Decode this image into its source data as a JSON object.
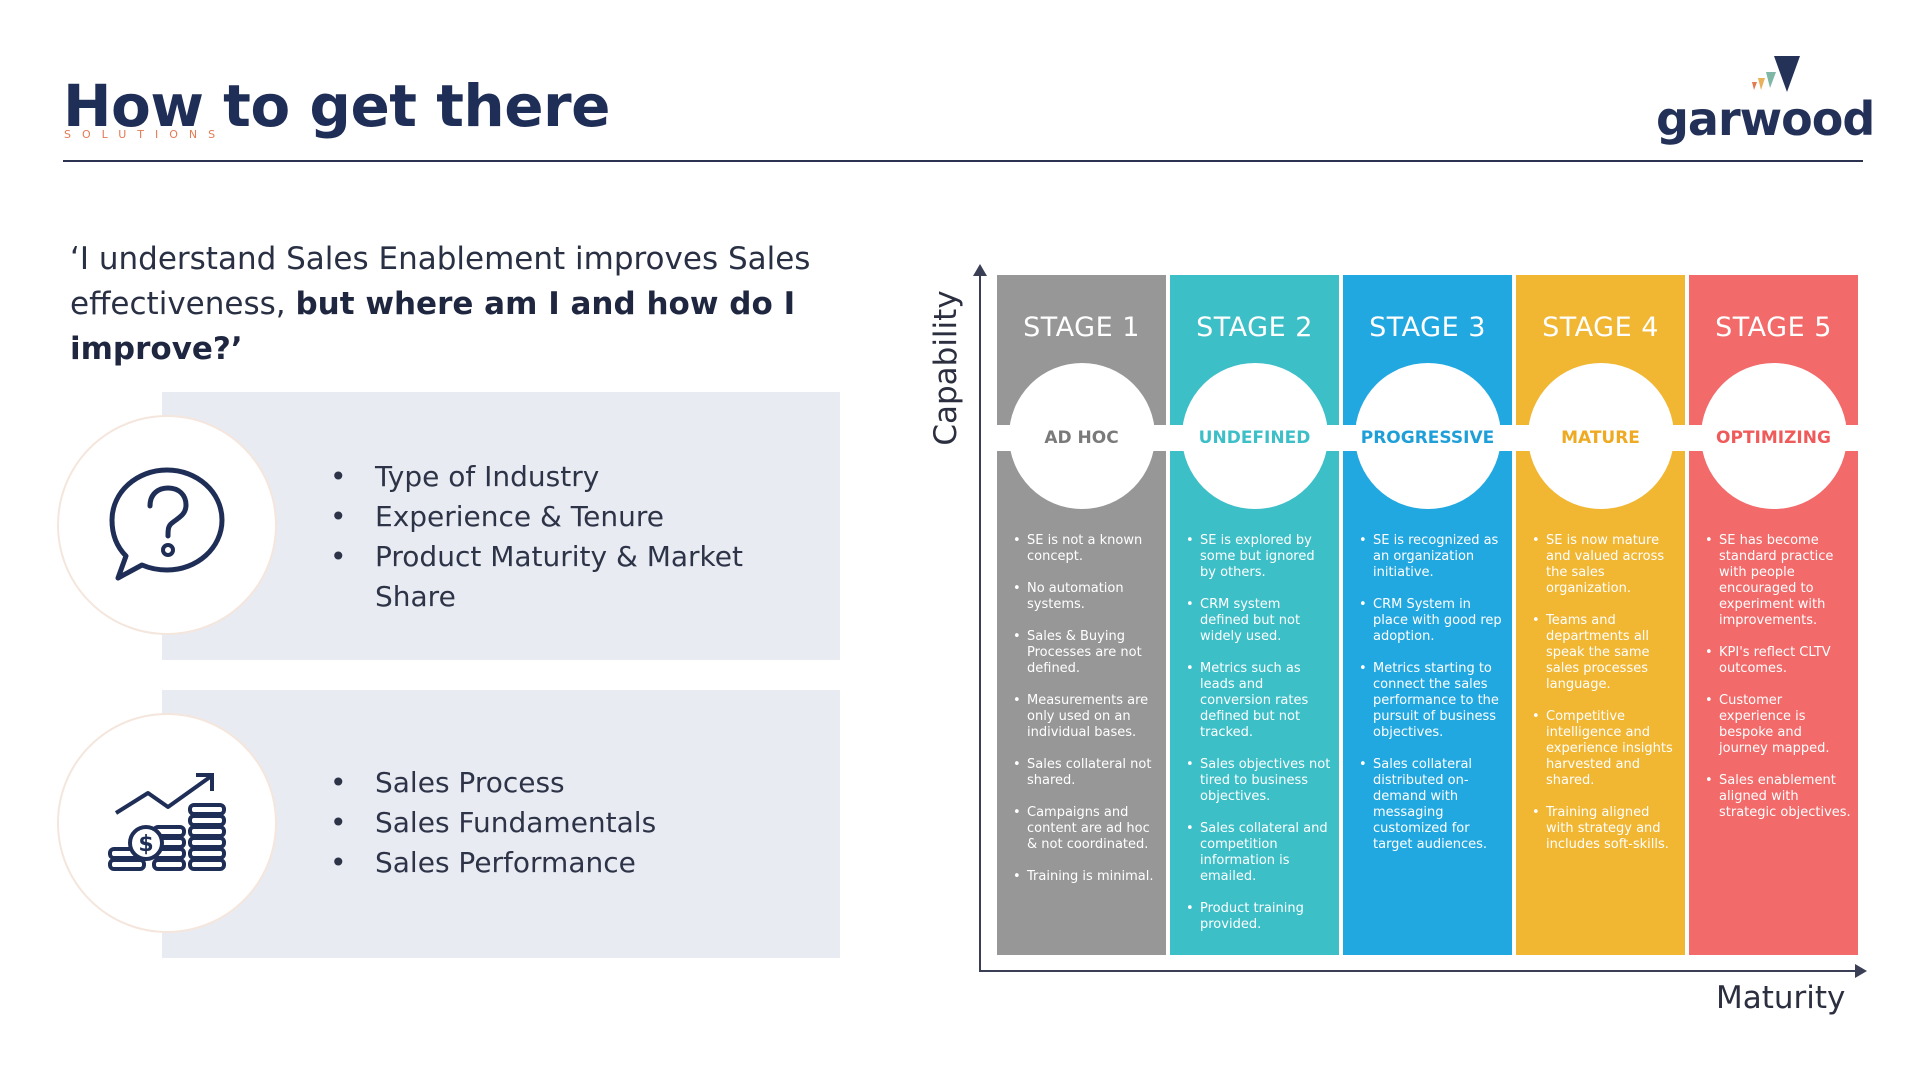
{
  "header": {
    "title": "How to get there",
    "logo_text": "garwood",
    "logo_sub": "SOLUTIONS"
  },
  "quote": {
    "part1": "‘I understand Sales Enablement improves Sales effectiveness, ",
    "part2": "but where am I and how do I improve?’"
  },
  "cards": [
    {
      "icon": "question-bubble-icon",
      "items": [
        "Type of Industry",
        "Experience & Tenure",
        "Product Maturity & Market Share"
      ]
    },
    {
      "icon": "growth-coins-icon",
      "items": [
        "Sales Process",
        "Sales Fundamentals",
        "Sales Performance"
      ]
    }
  ],
  "chart": {
    "y_label": "Capability",
    "x_label": "Maturity",
    "stages": [
      {
        "title": "STAGE 1",
        "name": "AD HOC",
        "color": "#979797",
        "name_color": "#7a7a7a",
        "items": [
          "SE is not a known concept.",
          "No automation systems.",
          "Sales & Buying Processes are not defined.",
          "Measurements are only used on an individual bases.",
          "Sales collateral not shared.",
          "Campaigns and content are ad hoc & not coordinated.",
          "Training is minimal."
        ]
      },
      {
        "title": "STAGE 2",
        "name": "UNDEFINED",
        "color": "#3cbfc7",
        "name_color": "#3cbfc7",
        "items": [
          "SE is explored by some but ignored by others.",
          "CRM system defined but not widely used.",
          "Metrics such as leads and conversion rates defined but not tracked.",
          "Sales objectives not tired to business objectives.",
          "Sales collateral and competition information is emailed.",
          "Product training provided."
        ]
      },
      {
        "title": "STAGE 3",
        "name": "PROGRESSIVE",
        "color": "#22a8e1",
        "name_color": "#1f9fd8",
        "items": [
          "SE is recognized as an organization initiative.",
          "CRM System in place with good rep adoption.",
          "Metrics starting to connect the sales performance to the pursuit of business objectives.",
          "Sales collateral distributed on-demand with messaging customized for target audiences."
        ]
      },
      {
        "title": "STAGE 4",
        "name": "MATURE",
        "color": "#f1b632",
        "name_color": "#eeaa22",
        "items": [
          "SE is now mature and valued across the sales organization.",
          "Teams and departments all speak the same sales processes language.",
          "Competitive intelligence and experience insights harvested and shared.",
          "Training aligned with strategy and includes soft-skills."
        ]
      },
      {
        "title": "STAGE 5",
        "name": "OPTIMIZING",
        "color": "#f26a6a",
        "name_color": "#ef5a5a",
        "items": [
          "SE has become standard practice with people encouraged to experiment with improvements.",
          "KPI's reflect CLTV outcomes.",
          "Customer experience is bespoke and journey mapped.",
          "Sales enablement aligned with strategic objectives."
        ]
      }
    ]
  }
}
